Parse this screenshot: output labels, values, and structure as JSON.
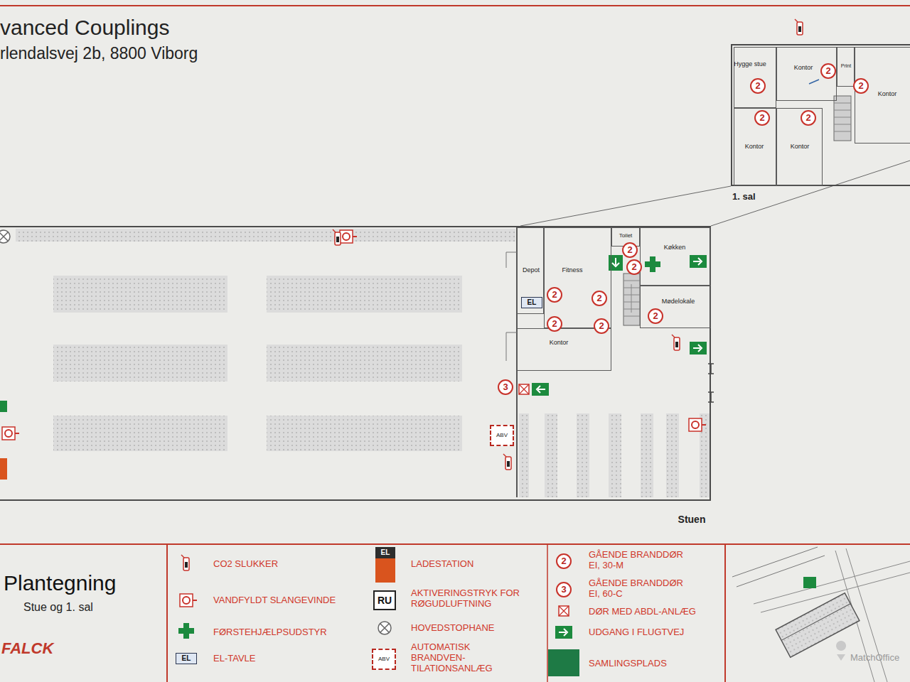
{
  "diagram": {
    "title": "vanced Couplings",
    "nodes": [
      {
        "text": [
          "1. sal"
        ]
      },
      {
        "text": [
          "Hygge stue"
        ],
        "in": 0
      },
      {
        "text": [
          "Kontor"
        ],
        "in": 0
      },
      {
        "text": [
          "Print"
        ],
        "in": 0
      },
      {
        "text": [
          "Kontor"
        ],
        "in": 0
      },
      {
        "text": [
          "Kontor"
        ],
        "in": 0
      },
      {
        "text": [
          "Kontor"
        ],
        "in": 0
      },
      {
        "text": [
          "Stuen"
        ]
      },
      {
        "text": [
          "Depot"
        ],
        "in": 7
      },
      {
        "text": [
          "Fitness"
        ],
        "in": 7
      },
      {
        "text": [
          "Toilet"
        ],
        "in": 7
      },
      {
        "text": [
          "Køkken"
        ],
        "in": 7
      },
      {
        "text": [
          "Mødelokale"
        ],
        "in": 7
      },
      {
        "text": [
          "Kontor"
        ],
        "in": 7
      }
    ],
    "labels": [
      "rlendalsvej 2b, 8800 Viborg",
      "2",
      "2",
      "2",
      "2",
      "2",
      "2",
      "2",
      "2",
      "2",
      "2",
      "2",
      "2",
      "3",
      "EL",
      "ABV",
      "Plantegning",
      "Stue og 1. sal",
      "FALCK",
      "EL",
      "EL",
      "RU",
      "ABV",
      "2",
      "3",
      "MatchOffice"
    ],
    "legend": [
      {
        "text": "CO2 SLUKKER"
      },
      {
        "text": "VANDFYLDT SLANGEVINDE"
      },
      {
        "text": "FØRSTEHJÆLPSUDSTYR"
      },
      {
        "text": "EL-TAVLE"
      },
      {
        "text": "LADESTATION",
        "color": "#d9541e"
      },
      {
        "text": "AKTIVERINGSTRYK FOR RØGUDLUFTNING"
      },
      {
        "text": "HOVEDSTOPHANE"
      },
      {
        "text": "AUTOMATISK BRANDVEN- TILATIONSANLÆG"
      },
      {
        "text": "GÅENDE BRANDDØR EI, 30-M"
      },
      {
        "text": "GÅENDE BRANDDØR EI, 60-C"
      },
      {
        "text": "DØR MED ABDL-ANLÆG"
      },
      {
        "text": "UDGANG I FLUGTVEJ"
      },
      {
        "text": "SAMLINGSPLADS",
        "color": "#1e7a45"
      }
    ]
  }
}
